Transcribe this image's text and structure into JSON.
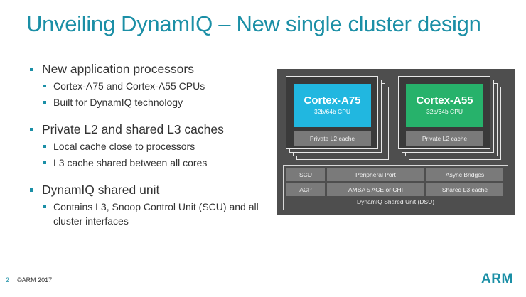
{
  "title": "Unveiling DynamIQ – New single cluster design",
  "bullets": [
    {
      "text": "New application processors",
      "subs": [
        "Cortex-A75 and Cortex-A55 CPUs",
        "Built for DynamIQ technology"
      ]
    },
    {
      "text": "Private L2 and shared L3 caches",
      "subs": [
        "Local cache close to processors",
        "L3 cache shared between all cores"
      ]
    },
    {
      "text": "DynamIQ shared unit",
      "subs": [
        "Contains L3, Snoop Control Unit (SCU) and all cluster interfaces"
      ]
    }
  ],
  "diagram": {
    "cpus": [
      {
        "name": "Cortex-A75",
        "sub": "32b/64b CPU",
        "color": "#21b7e0",
        "l2": "Private L2 cache"
      },
      {
        "name": "Cortex-A55",
        "sub": "32b/64b CPU",
        "color": "#27b26b",
        "l2": "Private L2 cache"
      }
    ],
    "dsu": {
      "scu": "SCU",
      "peripheral": "Peripheral Port",
      "async": "Async Bridges",
      "acp": "ACP",
      "amba": "AMBA 5 ACE or CHI",
      "l3": "Shared L3 cache",
      "label": "DynamIQ Shared Unit (DSU)"
    }
  },
  "footer": {
    "page": "2",
    "copyright": "©ARM 2017",
    "logo": "ARM"
  },
  "colors": {
    "accent": "#1b8fa6",
    "a75": "#21b7e0",
    "a55": "#27b26b",
    "diagram_bg": "#4e4e4e"
  }
}
